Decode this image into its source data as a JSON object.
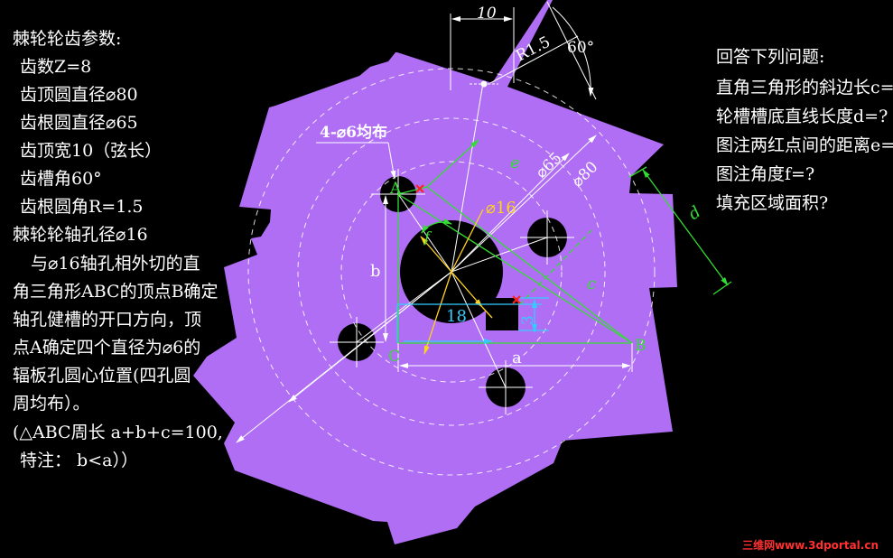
{
  "params": {
    "title": "棘轮轮齿参数:",
    "lines": [
      "齿数Z=8",
      "齿顶圆直径⌀80",
      "齿根圆直径⌀65",
      "齿顶宽10（弦长）",
      "齿槽角60°",
      "齿根圆角R=1.5"
    ],
    "axis_hole": "棘轮轮轴孔径⌀16",
    "desc": [
      "与⌀16轴孔相外切的直",
      "角三角形ABC的顶点B确定",
      "轴孔健槽的开口方向，顶",
      "点A确定四个直径为⌀6的",
      "辐板孔圆心位置(四孔圆",
      "周均布）。",
      "(△ABC周长 a+b+c=100,",
      "特注： b<a））"
    ]
  },
  "questions": {
    "title": "回答下列问题:",
    "items": [
      "直角三角形的斜边长c=?",
      "轮槽槽底直线长度d=?",
      "图注两红点间的距离e=?",
      "图注角度f=?",
      "填充区域面积?"
    ]
  },
  "drawing": {
    "dim_top_width": "10",
    "dim_fillet": "R1.5",
    "dim_angle": "60°",
    "hole_note": "4-⌀6均布",
    "dim_root_dia": "⌀65",
    "dim_tip_dia": "⌀80",
    "dim_bore": "⌀16",
    "dim_key_width": "18",
    "dim_key_depth": "3",
    "label_a": "a",
    "label_b": "b",
    "label_c": "c",
    "label_d": "d",
    "label_e": "e",
    "label_f": "f",
    "point_A": "A",
    "point_B": "B",
    "point_C": "C"
  },
  "watermark": "三维网www.3dportal.cn",
  "colors": {
    "fill": "#b06ef5",
    "background": "#000000",
    "dimension_white": "#ffffff",
    "triangle_green": "#33dd33",
    "bore_dim_yellow": "#ffd21e",
    "key_dim_cyan": "#33ccff",
    "marker_red": "#ff2020"
  }
}
